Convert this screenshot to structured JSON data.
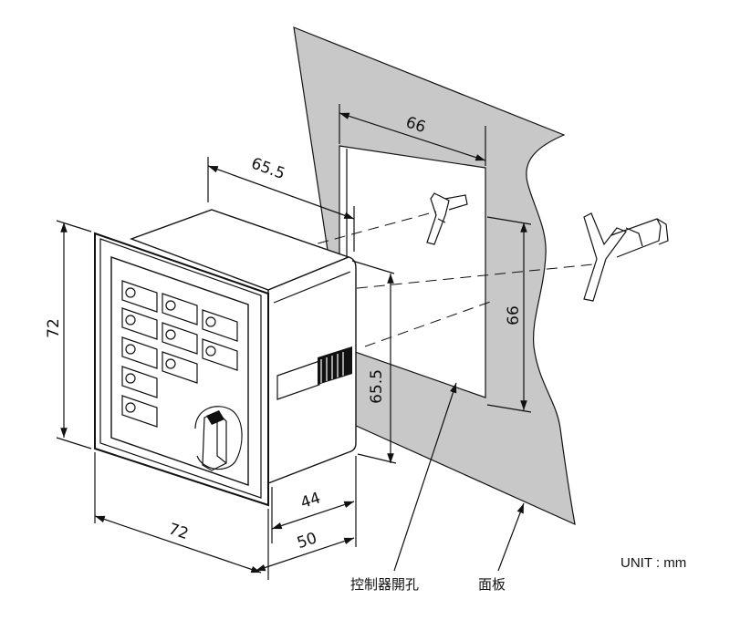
{
  "dimensions": {
    "front_width": "72",
    "front_height": "72",
    "depth_total": "50",
    "depth_body": "44",
    "protrusion": "65.5",
    "body_height": "65.5",
    "cutout_width": "66",
    "cutout_height": "66"
  },
  "labels": {
    "cutout": "控制器開孔",
    "panel": "面板"
  },
  "unit": "UNIT : mm",
  "colors": {
    "panel_fill": "#c8c8c8",
    "line": "#111111",
    "background": "#ffffff"
  }
}
